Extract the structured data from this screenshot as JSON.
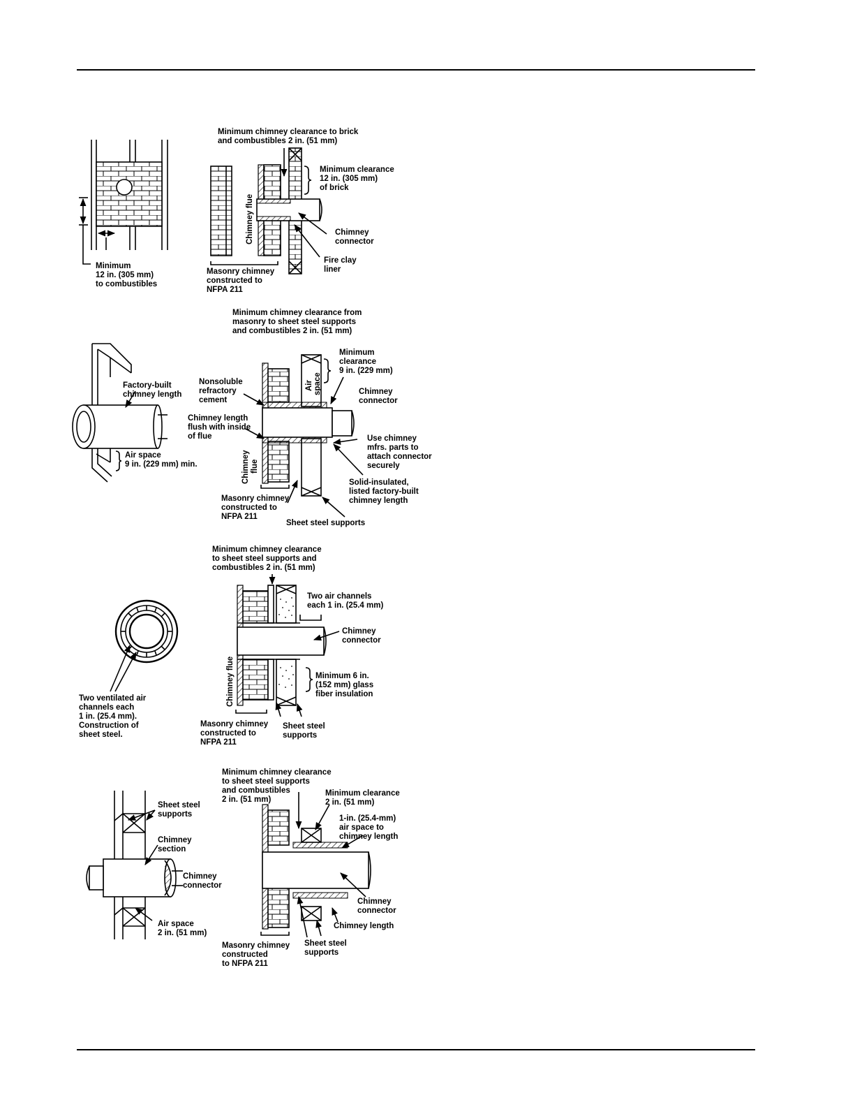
{
  "figure": {
    "a": {
      "left_label": [
        "Minimum",
        "12 in. (305 mm)",
        "to combustibles"
      ],
      "top_label": [
        "Minimum chimney clearance to brick",
        "and combustibles 2 in. (51 mm)"
      ],
      "right_label": [
        "Minimum clearance",
        "12 in. (305 mm)",
        "of brick"
      ],
      "flue_label": "Chimney flue",
      "connector_label": [
        "Chimney",
        "connector"
      ],
      "liner_label": [
        "Fire clay",
        "liner"
      ],
      "masonry_label": [
        "Masonry chimney",
        "constructed to",
        "NFPA 211"
      ]
    },
    "b": {
      "top_label": [
        "Minimum chimney clearance from",
        "masonry to sheet steel supports",
        "and combustibles 2 in. (51 mm)"
      ],
      "factory_label": [
        "Factory-built",
        "chimney length"
      ],
      "airspace_left_label": [
        "Air space",
        "9 in. (229 mm) min."
      ],
      "cement_label": [
        "Nonsoluble",
        "refractory",
        "cement"
      ],
      "flush_label": [
        "Chimney length",
        "flush with inside",
        "of flue"
      ],
      "min_clearance_label": [
        "Minimum",
        "clearance",
        "9 in. (229 mm)"
      ],
      "airspace_inner_label": [
        "Air",
        "space"
      ],
      "connector_label": [
        "Chimney",
        "connector"
      ],
      "parts_label": [
        "Use chimney",
        "mfrs. parts to",
        "attach connector",
        "securely"
      ],
      "insulated_label": [
        "Solid-insulated,",
        "listed factory-built",
        "chimney length"
      ],
      "flue_label": [
        "Chimney",
        "flue"
      ],
      "masonry_label": [
        "Masonry chimney",
        "constructed to",
        "NFPA 211"
      ],
      "supports_label": "Sheet steel supports"
    },
    "c": {
      "top_label": [
        "Minimum chimney clearance",
        "to sheet steel supports and",
        "combustibles 2 in. (51 mm)"
      ],
      "channels_label": [
        "Two air channels",
        "each 1 in. (25.4 mm)"
      ],
      "connector_label": [
        "Chimney",
        "connector"
      ],
      "insulation_label": [
        "Minimum 6 in.",
        "(152 mm) glass",
        "fiber insulation"
      ],
      "flue_label": "Chimney flue",
      "masonry_label": [
        "Masonry chimney",
        "constructed to",
        "NFPA 211"
      ],
      "supports_label": [
        "Sheet steel",
        "supports"
      ],
      "left_label": [
        "Two ventilated air",
        "channels each",
        "1 in. (25.4 mm).",
        "Construction of",
        "sheet steel."
      ]
    },
    "d": {
      "supports_left_label": [
        "Sheet steel",
        "supports"
      ],
      "section_label": [
        "Chimney",
        "section"
      ],
      "connector_left_label": [
        "Chimney",
        "connector"
      ],
      "airspace_label": [
        "Air space",
        "2 in. (51 mm)"
      ],
      "top_label": [
        "Minimum chimney clearance",
        "to sheet steel supports",
        "and combustibles",
        "2 in. (51 mm)"
      ],
      "min_clearance_label": [
        "Minimum clearance",
        "2 in. (51 mm)"
      ],
      "airspace_right_label": [
        "1-in. (25.4-mm)",
        "air space to",
        "chimney length"
      ],
      "connector_right_label": [
        "Chimney",
        "connector"
      ],
      "length_label": "Chimney length",
      "masonry_label": [
        "Masonry chimney",
        "constructed",
        "to NFPA 211"
      ],
      "supports_right_label": [
        "Sheet steel",
        "supports"
      ]
    }
  }
}
